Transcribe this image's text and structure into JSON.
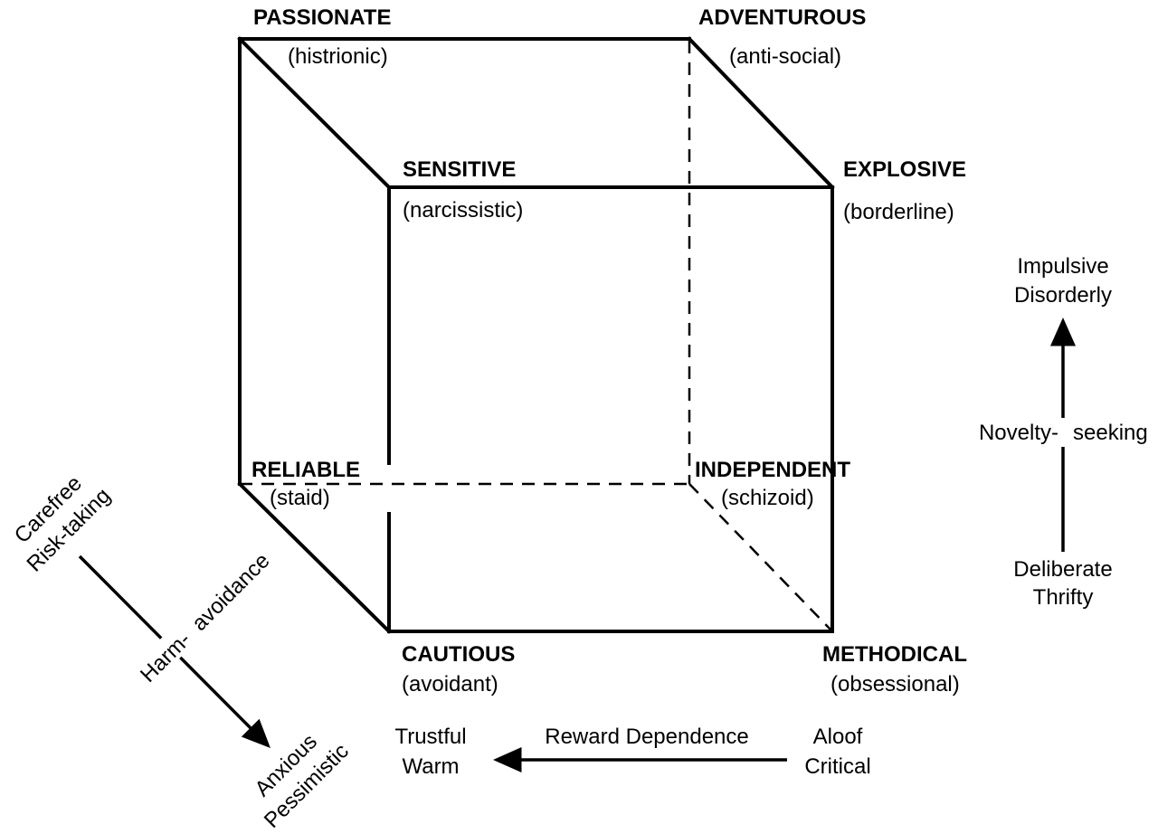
{
  "corners": {
    "passionate": {
      "name": "PASSIONATE",
      "disorder": "(histrionic)"
    },
    "adventurous": {
      "name": "ADVENTUROUS",
      "disorder": "(anti-social)"
    },
    "sensitive": {
      "name": "SENSITIVE",
      "disorder": "(narcissistic)"
    },
    "explosive": {
      "name": "EXPLOSIVE",
      "disorder": "(borderline)"
    },
    "reliable": {
      "name": "RELIABLE",
      "disorder": "(staid)"
    },
    "independent": {
      "name": "INDEPENDENT",
      "disorder": "(schizoid)"
    },
    "cautious": {
      "name": "CAUTIOUS",
      "disorder": "(avoidant)"
    },
    "methodical": {
      "name": "METHODICAL",
      "disorder": "(obsessional)"
    }
  },
  "axes": {
    "novelty_seeking": {
      "label_left": "Novelty-",
      "label_right": "seeking",
      "high": [
        "Impulsive",
        "Disorderly"
      ],
      "low": [
        "Deliberate",
        "Thrifty"
      ]
    },
    "reward_dependence": {
      "label": "Reward Dependence",
      "high": [
        "Trustful",
        "Warm"
      ],
      "low": [
        "Aloof",
        "Critical"
      ]
    },
    "harm_avoidance": {
      "label_left": "Harm-",
      "label_right": "avoidance",
      "low": [
        "Carefree",
        "Risk-taking"
      ],
      "high": [
        "Anxious",
        "Pessimistic"
      ]
    }
  }
}
